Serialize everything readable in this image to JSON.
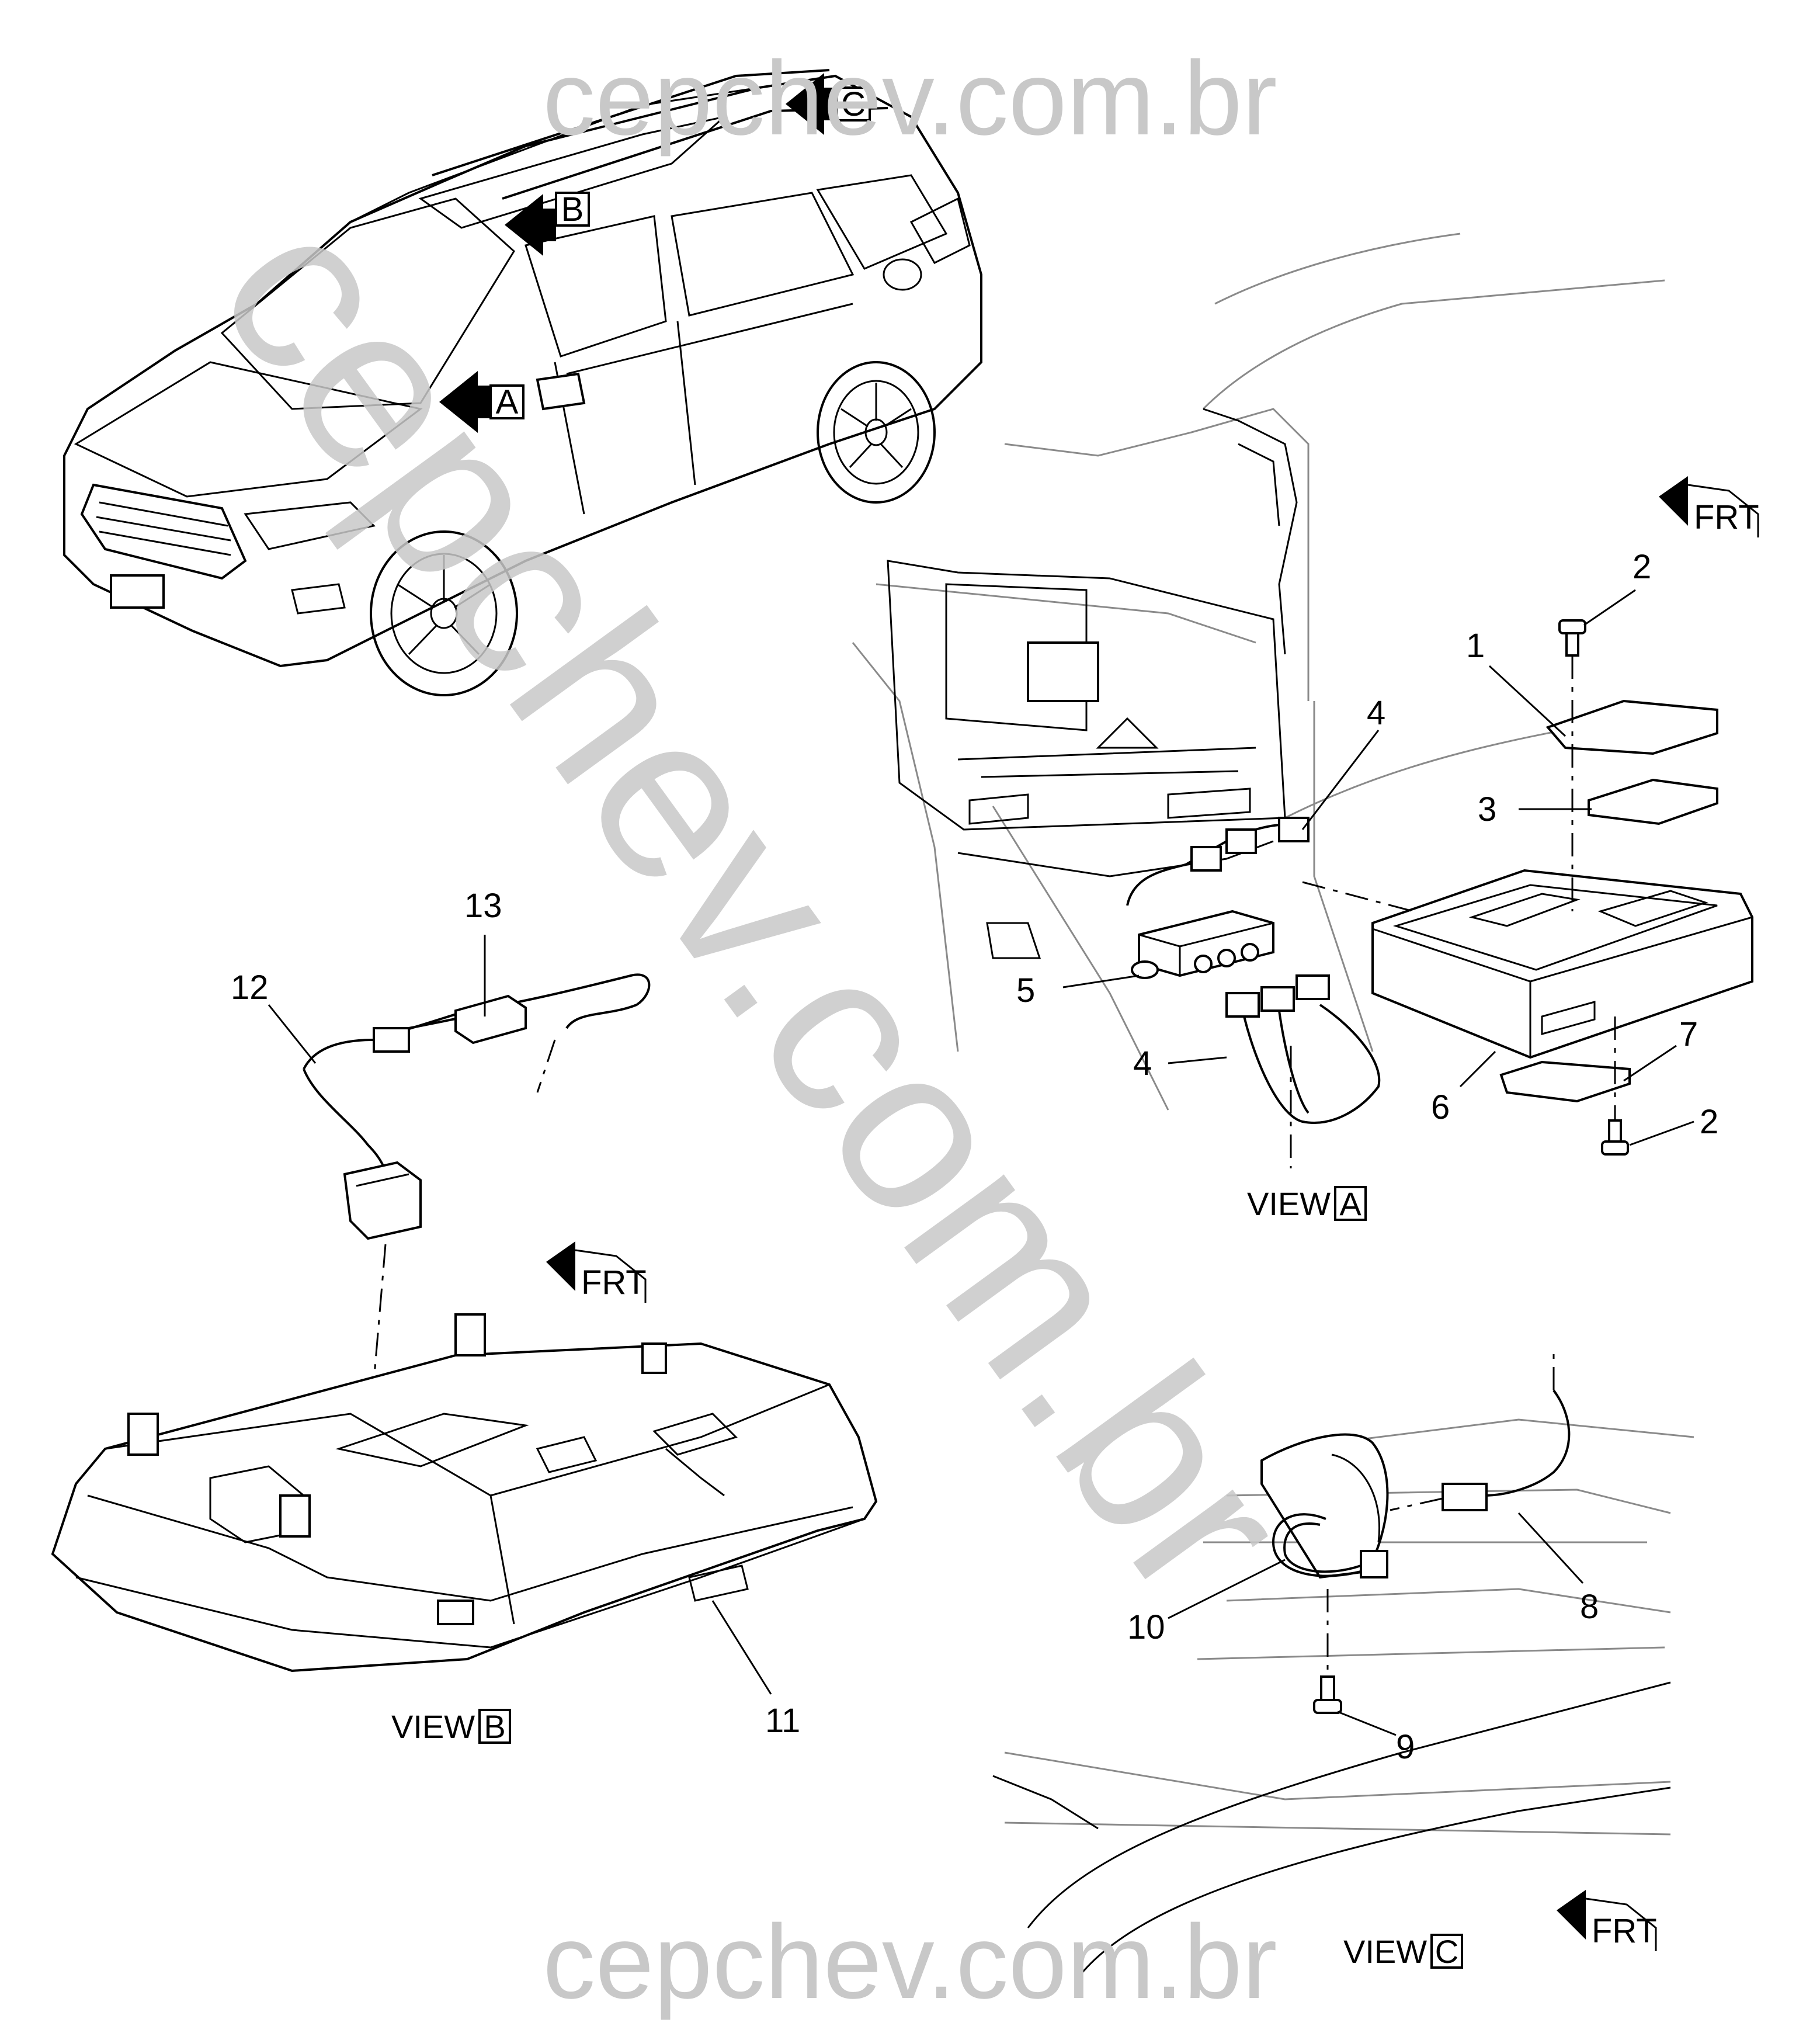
{
  "watermark": {
    "top": "cepchev.com.br",
    "bottom": "cepchev.com.br",
    "diagonal": "cepchev.com.br"
  },
  "arrows": {
    "a": "A",
    "b": "B",
    "c": "C"
  },
  "views": {
    "a": {
      "prefix": "VIEW",
      "letter": "A"
    },
    "b": {
      "prefix": "VIEW",
      "letter": "B"
    },
    "c": {
      "prefix": "VIEW",
      "letter": "C"
    }
  },
  "frt": "FRT",
  "callouts": {
    "c1": "1",
    "c2a": "2",
    "c2b": "2",
    "c3": "3",
    "c4a": "4",
    "c4b": "4",
    "c5": "5",
    "c6": "6",
    "c7": "7",
    "c8": "8",
    "c9": "9",
    "c10": "10",
    "c11": "11",
    "c12": "12",
    "c13": "13"
  }
}
